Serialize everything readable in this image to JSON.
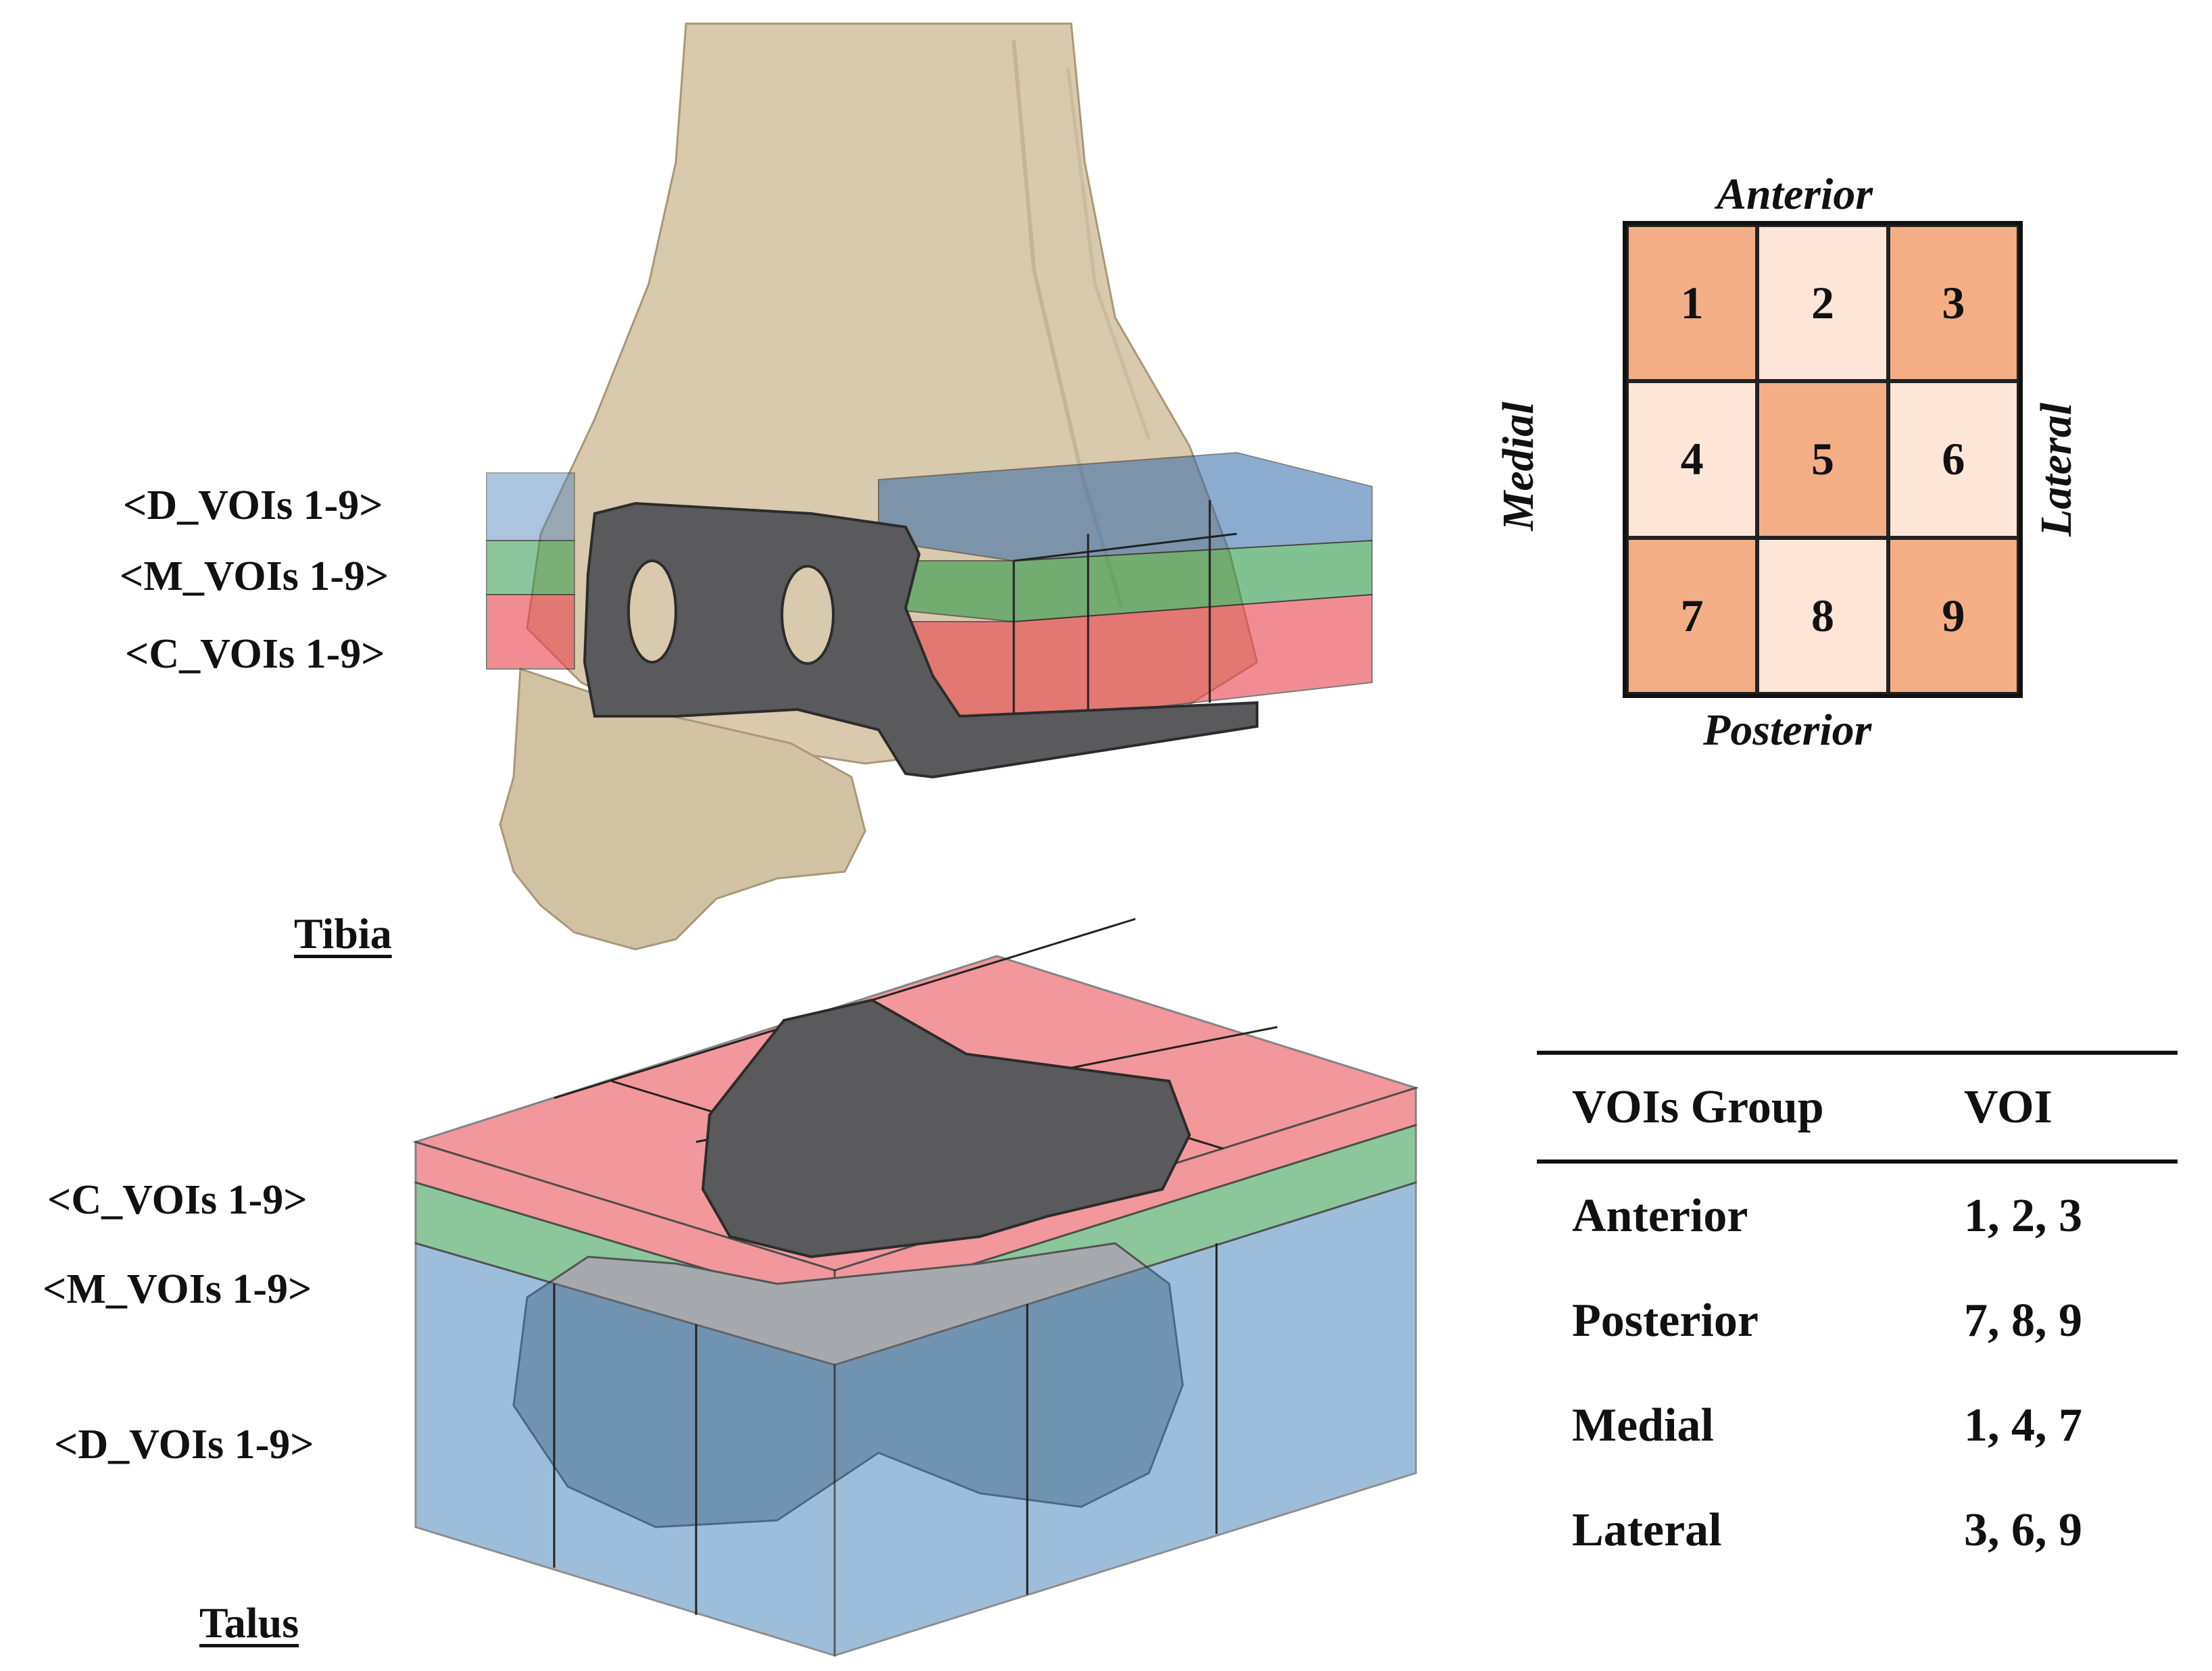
{
  "tibia": {
    "caption": "Tibia",
    "labels": {
      "d_vois": "<D_VOIs 1-9>",
      "m_vois": "<M_VOIs 1-9>",
      "c_vois": "<C_VOIs 1-9>"
    }
  },
  "talus": {
    "caption": "Talus",
    "labels": {
      "c_vois": "<C_VOIs 1-9>",
      "m_vois": "<M_VOIs 1-9>",
      "d_vois": "<D_VOIs 1-9>"
    }
  },
  "voi_grid": {
    "directions": {
      "top": "Anterior",
      "bottom": "Posterior",
      "left": "Medial",
      "right": "Lateral"
    },
    "cells": [
      "1",
      "2",
      "3",
      "4",
      "5",
      "6",
      "7",
      "8",
      "9"
    ],
    "colors": {
      "dark": "#f4ae85",
      "light": "#fde5d8"
    }
  },
  "group_table": {
    "headers": [
      "VOIs Group",
      "VOI"
    ],
    "rows": [
      [
        "Anterior",
        "1, 2, 3"
      ],
      [
        "Posterior",
        "7, 8, 9"
      ],
      [
        "Medial",
        "1, 4, 7"
      ],
      [
        "Lateral",
        "3, 6, 9"
      ]
    ]
  },
  "colors": {
    "bone": "#d9c9ad",
    "implant": "#5a5a5c",
    "cranial_layer": "#e8434a",
    "middle_layer": "#2e9a4a",
    "distal_layer": "#3d7fb8"
  }
}
